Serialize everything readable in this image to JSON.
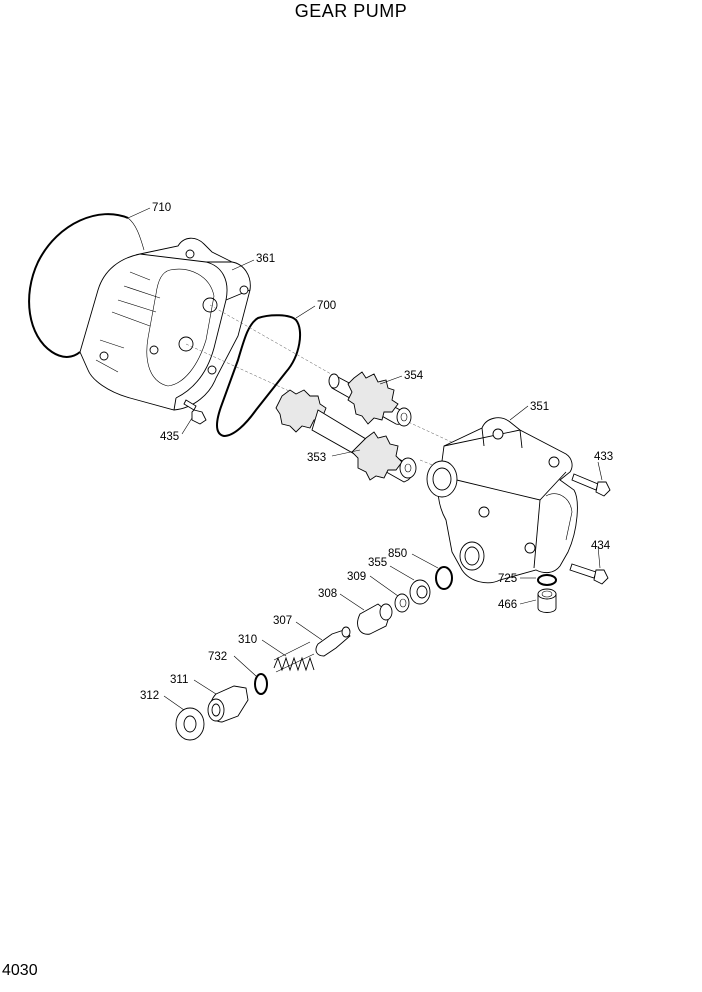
{
  "title": "GEAR PUMP",
  "page_number": "4030",
  "part_labels": [
    "710",
    "361",
    "700",
    "354",
    "351",
    "435",
    "353",
    "433",
    "434",
    "850",
    "355",
    "309",
    "308",
    "307",
    "310",
    "732",
    "311",
    "312",
    "725",
    "466"
  ]
}
